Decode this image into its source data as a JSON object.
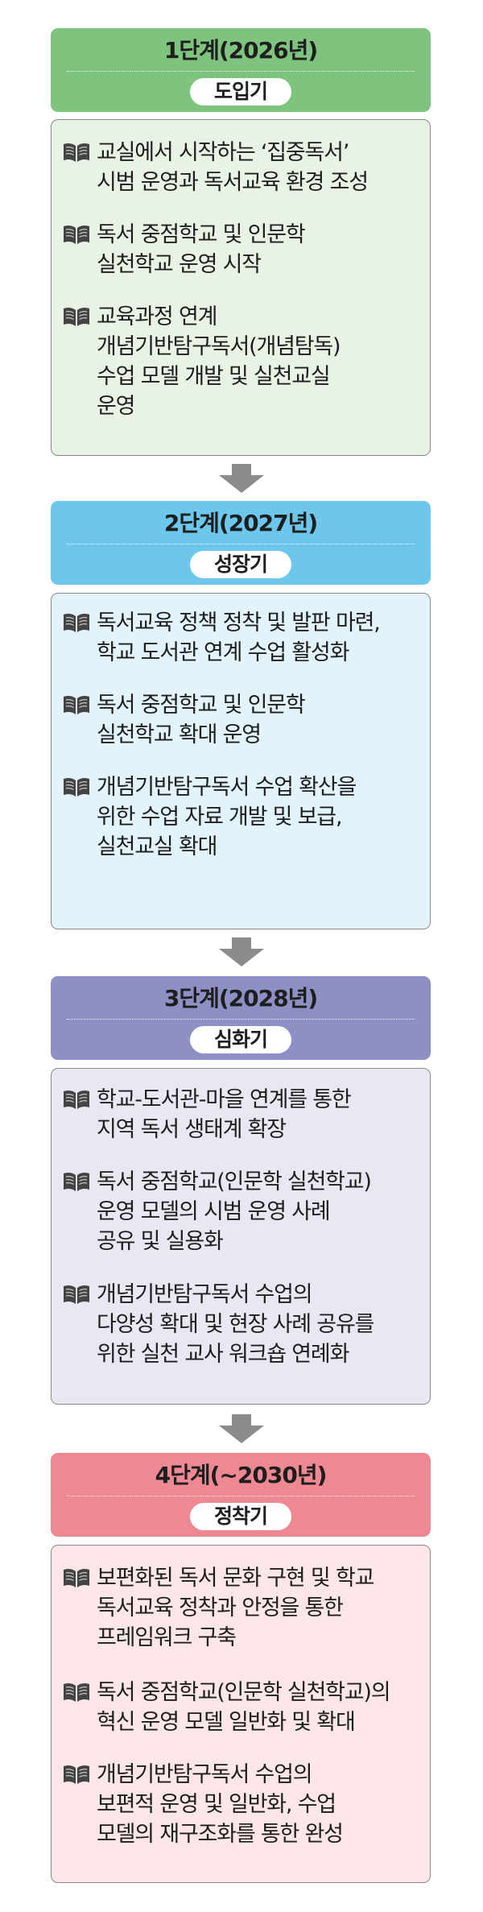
{
  "stages": [
    {
      "title": "1단계(2026년)",
      "phase": "도입기",
      "header_color": "#7ec47f",
      "box_color": "#e8f3e6",
      "items": [
        "교실에서 시작하는 ‘집중독서’\n시범 운영과 독서교육 환경 조성",
        "독서 중점학교 및 인문학\n실천학교 운영 시작",
        "교육과정 연계\n개념기반탐구독서(개념탐독)\n수업 모델 개발 및 실천교실\n운영"
      ]
    },
    {
      "title": "2단계(2027년)",
      "phase": "성장기",
      "header_color": "#6dc7ec",
      "box_color": "#e2f3fb",
      "items": [
        "독서교육 정책 정착 및 발판 마련,\n학교 도서관 연계 수업 활성화",
        "독서 중점학교 및 인문학\n실천학교 확대 운영",
        "개념기반탐구독서 수업 확산을\n위한 수업 자료 개발 및 보급,\n실천교실 확대"
      ]
    },
    {
      "title": "3단계(2028년)",
      "phase": "심화기",
      "header_color": "#8d8fc5",
      "box_color": "#e8e8f3",
      "items": [
        "학교-도서관-마을 연계를 통한\n지역 독서 생태계 확장",
        "독서 중점학교(인문학 실천학교)\n운영 모델의 시범 운영 사례\n공유 및 실용화",
        "개념기반탐구독서 수업의\n다양성 확대 및 현장 사례 공유를\n위한 실천 교사 워크숍 연례화"
      ]
    },
    {
      "title": "4단계(~2030년)",
      "phase": "정착기",
      "header_color": "#ee8994",
      "box_color": "#fce6e7",
      "items": [
        "보편화된 독서 문화 구현 및 학교\n독서교육 정착과 안정을 통한\n프레임워크 구축",
        "독서 중점학교(인문학 실천학교)의\n혁신 운영 모델 일반화 및 확대",
        "개념기반탐구독서 수업의\n보편적 운영 및 일반화, 수업\n모델의 재구조화를 통한 완성"
      ]
    }
  ],
  "colors": {
    "arrow": "#8c8c8c",
    "icon": "#444444",
    "text": "#1e1e1e"
  }
}
